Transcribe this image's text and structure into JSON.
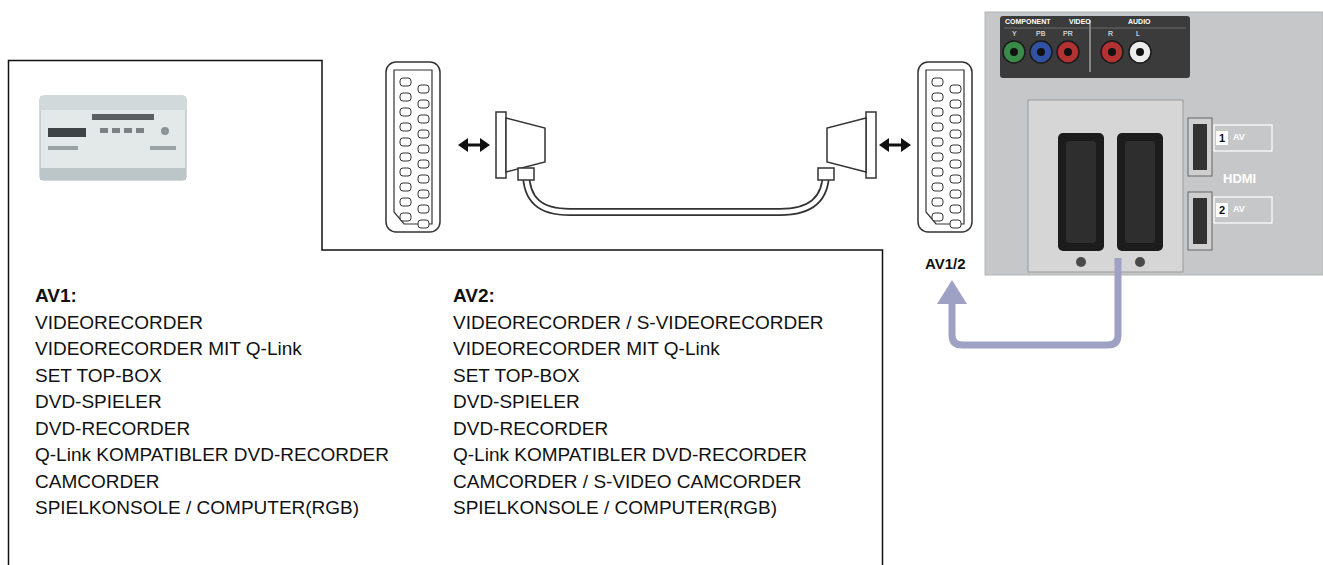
{
  "diagram": {
    "nodes": [
      {
        "text": [
          "AV1:",
          "VIDEORECORDER",
          "VIDEORECORDER MIT Q-Link",
          "SET TOP-BOX",
          "DVD-SPIELER",
          "DVD-RECORDER",
          "Q-Link KOMPATIBLER DVD-RECORDER",
          "CAMCORDER",
          "SPIELKONSOLE / COMPUTER(RGB)",
          "AV2:",
          "VIDEORECORDER / S-VIDEORECORDER",
          "VIDEORECORDER MIT Q-Link",
          "SET TOP-BOX",
          "DVD-SPIELER",
          "DVD-RECORDER",
          "Q-Link KOMPATIBLER DVD-RECORDER",
          "CAMCORDER / S-VIDEO CAMCORDER",
          "SPIELKONSOLE / COMPUTER(RGB)"
        ]
      },
      {
        "text": [
          "COMPONENT",
          "VIDEO",
          "AUDIO",
          "Y",
          "PB",
          "PR",
          "R",
          "L",
          "1",
          "AV",
          "HDMI",
          "2",
          "AV"
        ]
      }
    ],
    "labels": [
      "AV1/2"
    ]
  }
}
